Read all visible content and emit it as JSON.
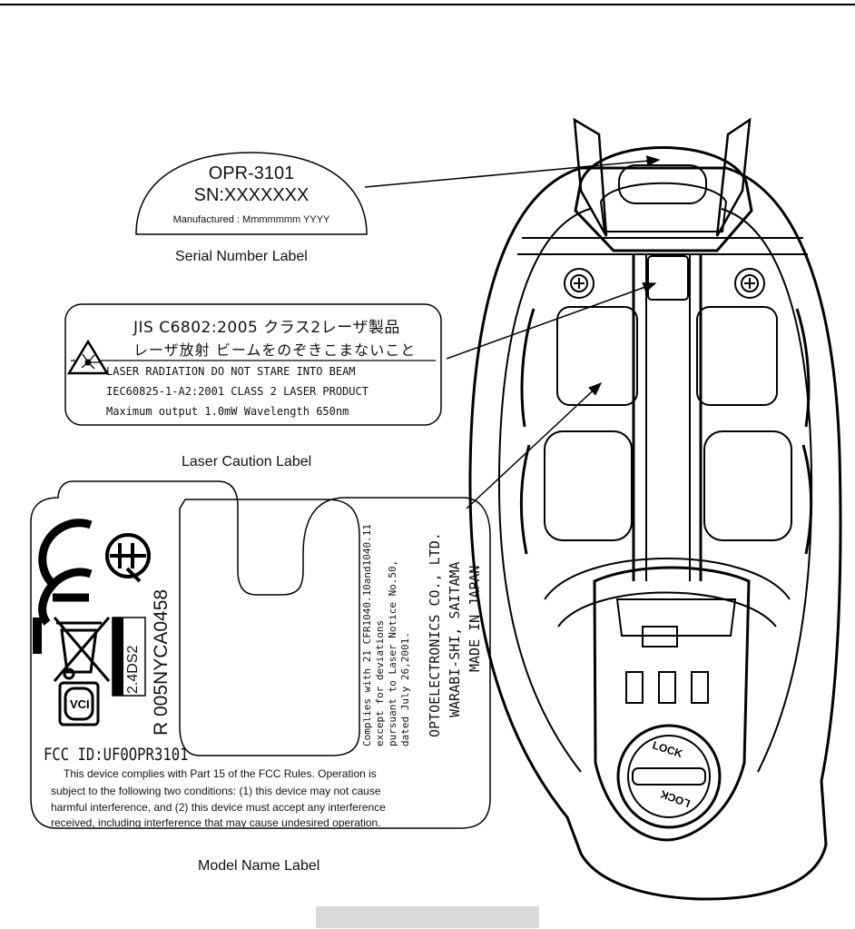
{
  "serial_label": {
    "model": "OPR-3101",
    "sn": "SN:XXXXXXX",
    "manufactured": "Manufactured : Mmmmmmm YYYY",
    "caption": "Serial Number Label"
  },
  "laser_label": {
    "line1": "JIS C6802:2005 クラス2レーザ製品",
    "line2": "レーザ放射 ビームをのぞきこまないこと",
    "line3": "LASER RADIATION  DO NOT STARE INTO BEAM",
    "line4": "IEC60825-1-A2:2001 CLASS 2 LASER PRODUCT",
    "line5": "Maximum output 1.0mW  Wavelength  650nm",
    "caption": "Laser Caution Label"
  },
  "model_label": {
    "reg_number": "R 005NYCA0458",
    "ds_code": "2.4DS2",
    "fcc_id": "FCC ID:UF0OPR3101",
    "fcc_text_1": "This device complies with Part 15 of the FCC Rules.  Operation is",
    "fcc_text_2": "subject to the following two conditions: (1) this device may not cause",
    "fcc_text_3": "harmful interference, and (2) this device must accept any interference",
    "fcc_text_4": "received, including interference that may cause undesired operation.",
    "comply_1": "Complies with 21 CFR1040.10and1040.11",
    "comply_2": "except for deviations",
    "comply_3": "pursuant to Laser Notice No.50,",
    "comply_4": "dated July 26,2001.",
    "maker_1": "OPTOELECTRONICS CO., LTD.",
    "maker_2": "WARABI-SHI, SAITAMA",
    "maker_3": "MADE IN JAPAN",
    "caption": "Model Name Label"
  },
  "device": {
    "lock_text": "LOCK"
  }
}
